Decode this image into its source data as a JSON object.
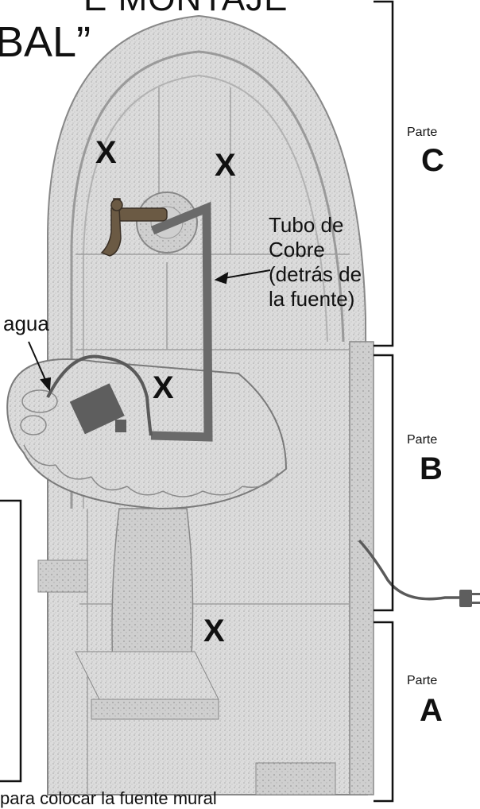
{
  "title": {
    "line1": "E MONTAJE",
    "line2": "BAL”"
  },
  "parts": [
    {
      "small": "Parte",
      "big": "C"
    },
    {
      "small": "Parte",
      "big": "B"
    },
    {
      "small": "Parte",
      "big": "A"
    }
  ],
  "marks": {
    "symbol": "X"
  },
  "callouts": {
    "tube": [
      "Tubo de",
      "Cobre",
      "(detrás de",
      "la fuente)"
    ],
    "water": "agua"
  },
  "bottom_text": "para colocar la fuente mural",
  "colors": {
    "stone": "#d8d8d8",
    "tube": "#6a6a6a",
    "ink": "#111111"
  }
}
